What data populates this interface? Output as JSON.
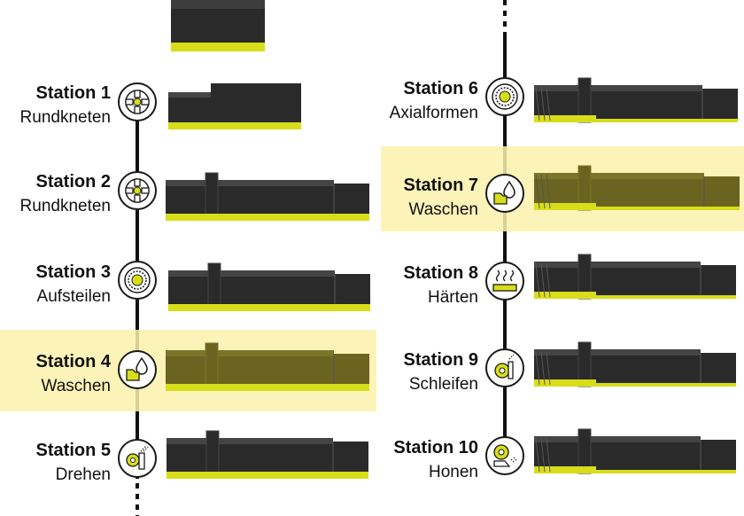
{
  "colors": {
    "highlight": "#fbf1ab",
    "part_dark": "#2a2a2a",
    "part_top": "#444444",
    "part_accent": "#d8dd1a",
    "line": "#111111"
  },
  "stations": [
    {
      "name": "Station 1",
      "process": "Rundkneten",
      "icon": "rotary-swaging-icon",
      "highlighted": false
    },
    {
      "name": "Station 2",
      "process": "Rundkneten",
      "icon": "rotary-swaging-icon",
      "highlighted": false
    },
    {
      "name": "Station 3",
      "process": "Aufsteilen",
      "icon": "upsetting-icon",
      "highlighted": false
    },
    {
      "name": "Station 4",
      "process": "Waschen",
      "icon": "washing-icon",
      "highlighted": true
    },
    {
      "name": "Station 5",
      "process": "Drehen",
      "icon": "turning-icon",
      "highlighted": false
    },
    {
      "name": "Station 6",
      "process": "Axialformen",
      "icon": "axial-forming-icon",
      "highlighted": false
    },
    {
      "name": "Station 7",
      "process": "Waschen",
      "icon": "washing-icon",
      "highlighted": true
    },
    {
      "name": "Station 8",
      "process": "Härten",
      "icon": "hardening-icon",
      "highlighted": false
    },
    {
      "name": "Station 9",
      "process": "Schleifen",
      "icon": "grinding-icon",
      "highlighted": false
    },
    {
      "name": "Station 10",
      "process": "Honen",
      "icon": "honing-icon",
      "highlighted": false
    }
  ]
}
